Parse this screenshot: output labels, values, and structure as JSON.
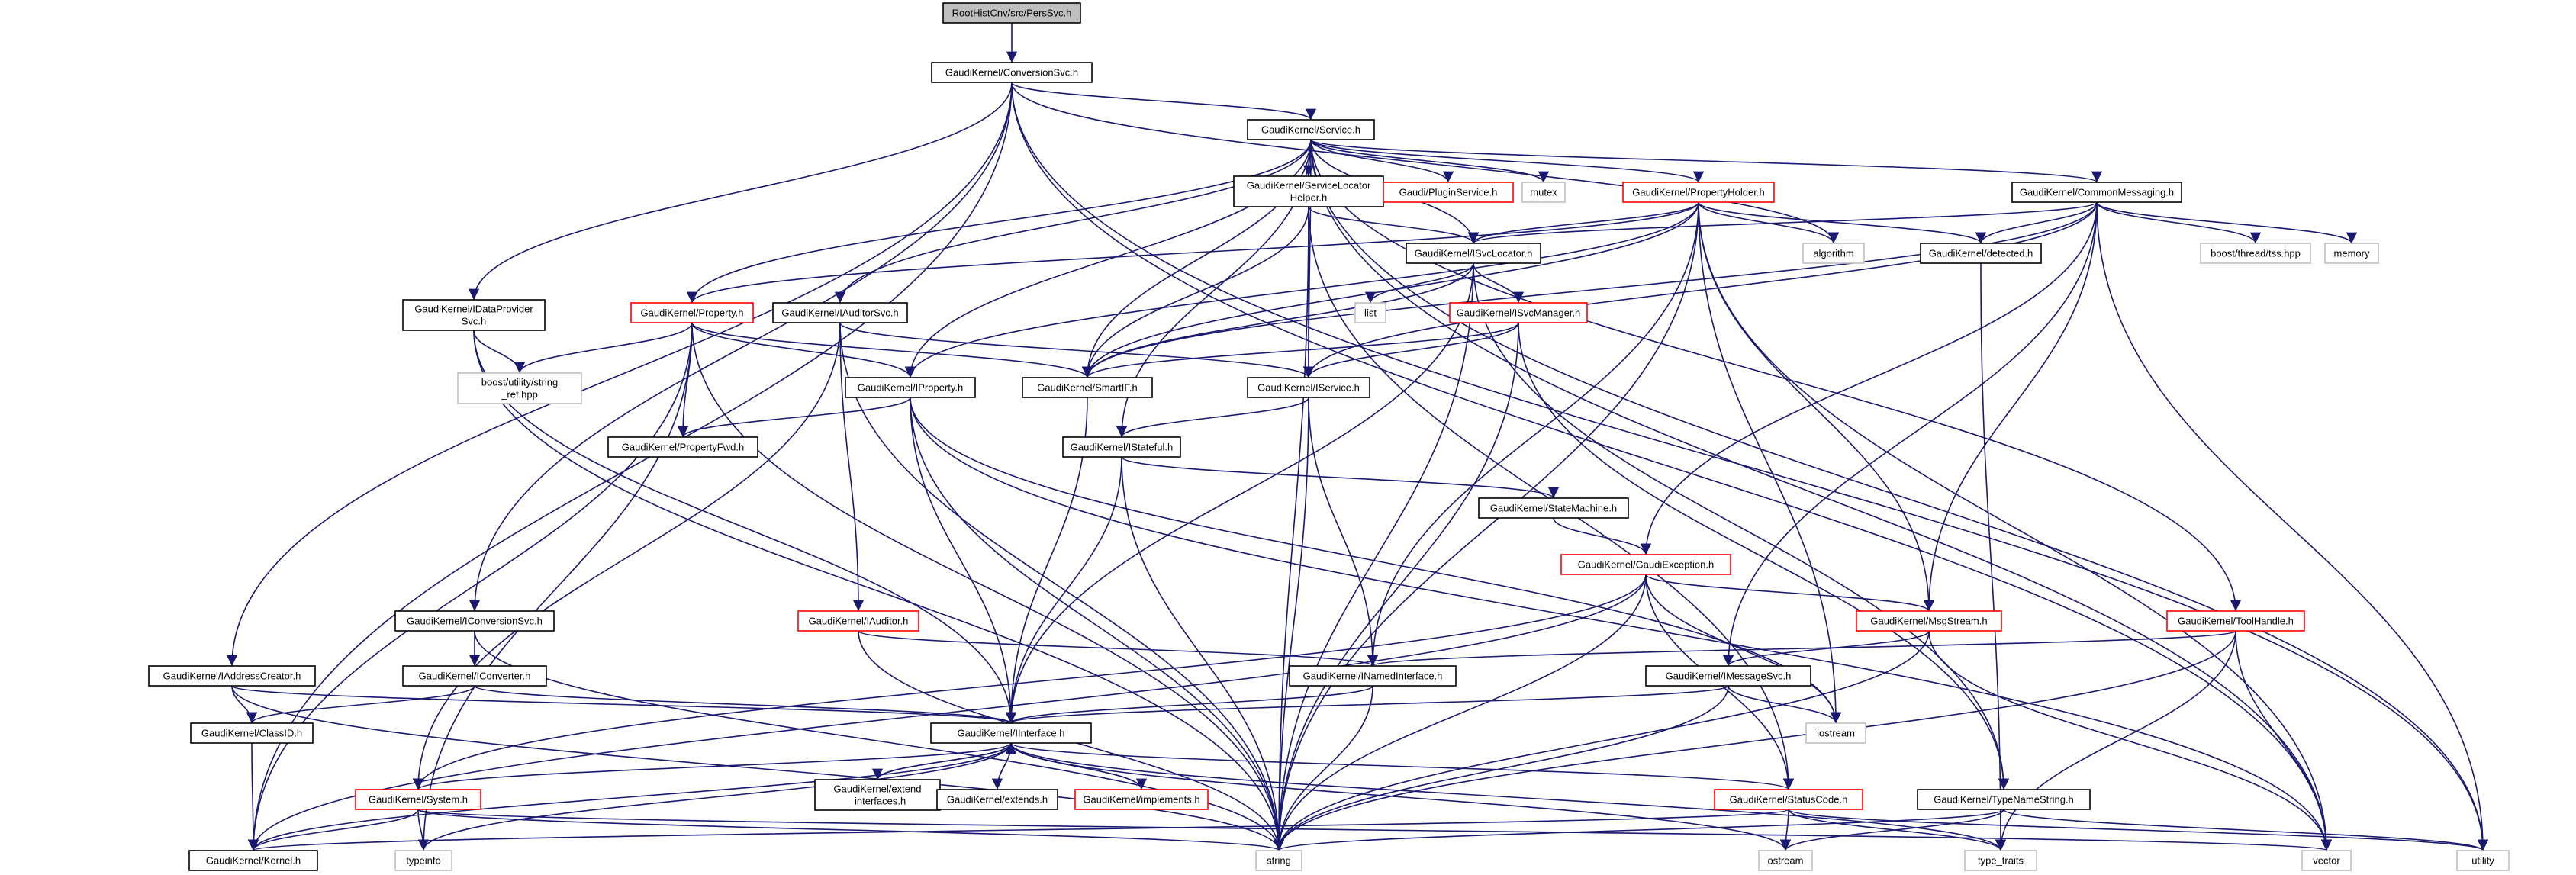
{
  "colors": {
    "edge": "#191970",
    "node_border_black": "#000000",
    "node_border_red": "#ff0000",
    "node_border_gray": "#bfbfbf",
    "root_fill": "#bfbfbf",
    "node_fill": "#ffffff"
  },
  "nodes": {
    "persSvc": "RootHistCnv/src/PersSvc.h",
    "conversionSvc": "GaudiKernel/ConversionSvc.h",
    "service": "GaudiKernel/Service.h",
    "iDataProviderSvc": [
      "GaudiKernel/IDataProvider",
      "Svc.h"
    ],
    "iAddressCreator": "GaudiKernel/IAddressCreator.h",
    "iConversionSvc": "GaudiKernel/IConversionSvc.h",
    "iConverter": "GaudiKernel/IConverter.h",
    "classID": "GaudiKernel/ClassID.h",
    "kernel": "GaudiKernel/Kernel.h",
    "system": "GaudiKernel/System.h",
    "typeinfo": "typeinfo",
    "string": "string",
    "iInterface": "GaudiKernel/IInterface.h",
    "extendInterfaces": [
      "GaudiKernel/extend",
      "_interfaces.h"
    ],
    "extends": "GaudiKernel/extends.h",
    "implements": "GaudiKernel/implements.h",
    "statusCode": "GaudiKernel/StatusCode.h",
    "ostream": "ostream",
    "typeTraits": "type_traits",
    "typeNameString": "GaudiKernel/TypeNameString.h",
    "vector": "vector",
    "utility": "utility",
    "property": "GaudiKernel/Property.h",
    "boostStringRef": [
      "boost/utility/string",
      "_ref.hpp"
    ],
    "iAuditorSvc": "GaudiKernel/IAuditorSvc.h",
    "iAuditor": "GaudiKernel/IAuditor.h",
    "iProperty": "GaudiKernel/IProperty.h",
    "propertyFwd": "GaudiKernel/PropertyFwd.h",
    "smartIF": "GaudiKernel/SmartIF.h",
    "serviceLocatorHelper": [
      "GaudiKernel/ServiceLocator",
      "Helper.h"
    ],
    "iSvcLocator": "GaudiKernel/ISvcLocator.h",
    "list": "list",
    "iSvcManager": "GaudiKernel/ISvcManager.h",
    "iService": "GaudiKernel/IService.h",
    "iStateful": "GaudiKernel/IStateful.h",
    "stateMachine": "GaudiKernel/StateMachine.h",
    "gaudiException": "GaudiKernel/GaudiException.h",
    "iNamedInterface": "GaudiKernel/INamedInterface.h",
    "msgStream": "GaudiKernel/MsgStream.h",
    "iMessageSvc": "GaudiKernel/IMessageSvc.h",
    "iostream": "iostream",
    "gaudiPluginService": "Gaudi/PluginService.h",
    "mutex": "mutex",
    "propertyHolder": "GaudiKernel/PropertyHolder.h",
    "algorithm": "algorithm",
    "commonMessaging": "GaudiKernel/CommonMessaging.h",
    "detected": "GaudiKernel/detected.h",
    "boostThreadTss": "boost/thread/tss.hpp",
    "memory": "memory",
    "toolHandle": "GaudiKernel/ToolHandle.h"
  }
}
